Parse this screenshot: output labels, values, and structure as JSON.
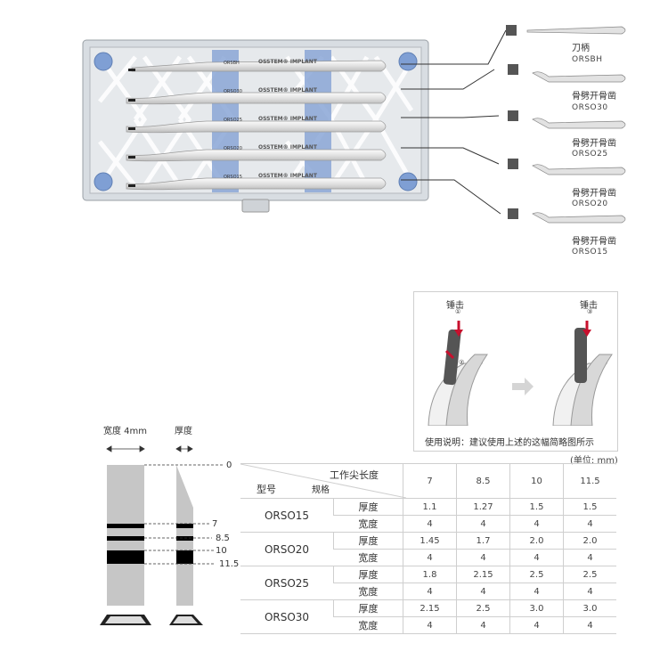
{
  "instruments": [
    {
      "name": "刀柄",
      "code": "ORSBH"
    },
    {
      "name": "骨劈开骨凿",
      "code": "ORSO30"
    },
    {
      "name": "骨劈开骨凿",
      "code": "ORSO25"
    },
    {
      "name": "骨劈开骨凿",
      "code": "ORSO20"
    },
    {
      "name": "骨劈开骨凿",
      "code": "ORSO15"
    }
  ],
  "tray_brand": "OSSTEM® IMPLANT",
  "tray_codes": [
    "ORSBH",
    "ORSO30",
    "ORSO25",
    "ORSO20",
    "ORSO15"
  ],
  "usage": {
    "hammer_label": "锤击",
    "step1": "①",
    "step2": "②",
    "step3": "③",
    "caption": "使用说明：建议使用上述的这幅简略图所示"
  },
  "profile": {
    "width_label": "宽度  4mm",
    "thickness_label": "厚度",
    "marks": [
      "0",
      "7",
      "8.5",
      "10",
      "11.5"
    ]
  },
  "table": {
    "unit": "(单位: mm)",
    "header_top": "工作尖长度",
    "header_model": "型号",
    "header_spec": "规格",
    "lengths": [
      "7",
      "8.5",
      "10",
      "11.5"
    ],
    "rows": [
      {
        "model": "ORSO15",
        "thickness_label": "厚度",
        "thickness": [
          "1.1",
          "1.27",
          "1.5",
          "1.5"
        ],
        "width_label": "宽度",
        "width": [
          "4",
          "4",
          "4",
          "4"
        ]
      },
      {
        "model": "ORSO20",
        "thickness_label": "厚度",
        "thickness": [
          "1.45",
          "1.7",
          "2.0",
          "2.0"
        ],
        "width_label": "宽度",
        "width": [
          "4",
          "4",
          "4",
          "4"
        ]
      },
      {
        "model": "ORSO25",
        "thickness_label": "厚度",
        "thickness": [
          "1.8",
          "2.15",
          "2.5",
          "2.5"
        ],
        "width_label": "宽度",
        "width": [
          "4",
          "4",
          "4",
          "4"
        ]
      },
      {
        "model": "ORSO30",
        "thickness_label": "厚度",
        "thickness": [
          "2.15",
          "2.5",
          "3.0",
          "3.0"
        ],
        "width_label": "宽度",
        "width": [
          "4",
          "4",
          "4",
          "4"
        ]
      }
    ]
  },
  "colors": {
    "tray": "#d8dde2",
    "clip": "#8aa6d6",
    "accent": "#c8102e"
  }
}
